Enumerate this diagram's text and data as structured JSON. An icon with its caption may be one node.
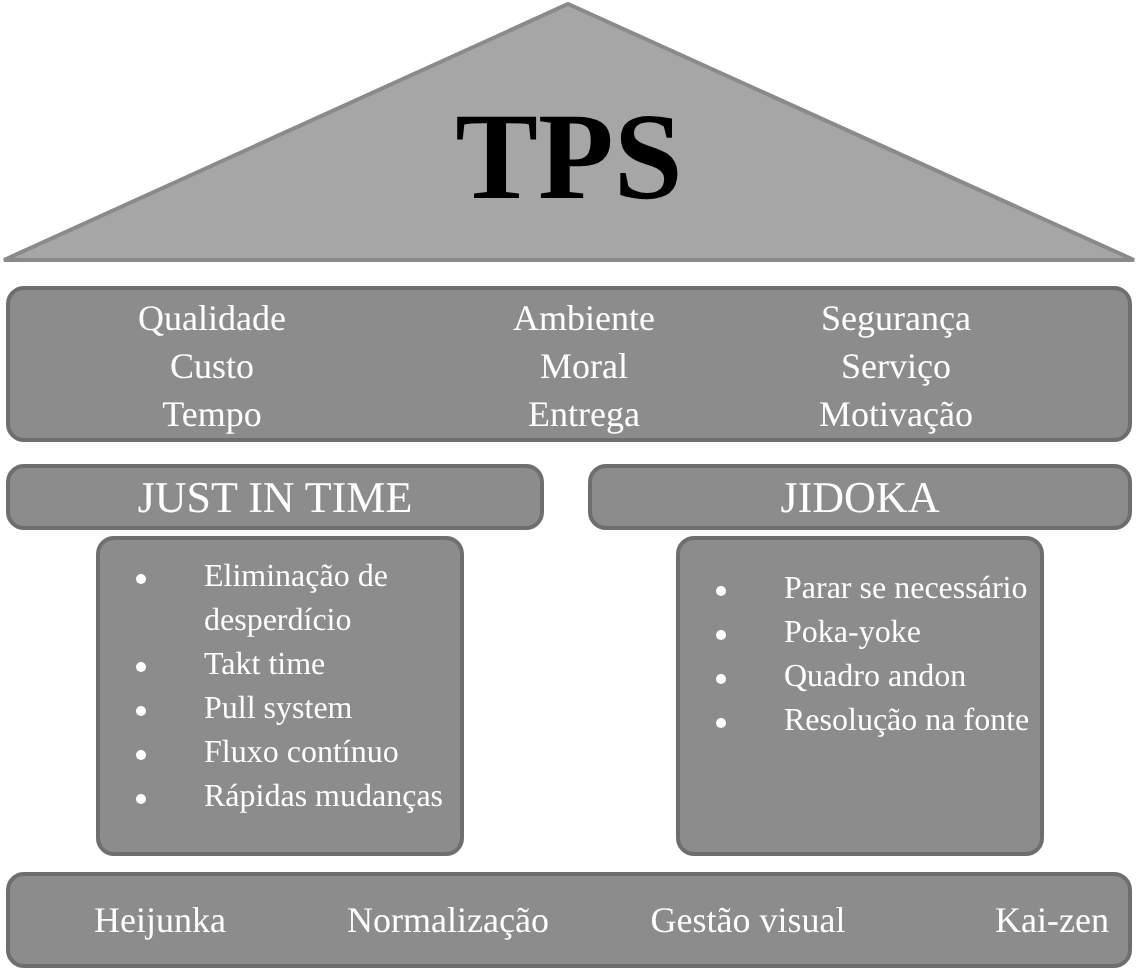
{
  "diagram": {
    "nodes": [
      {
        "text": [
          "TPS"
        ]
      },
      {
        "text": [
          "Qualidade",
          "Ambiente",
          "Segurança",
          "Custo",
          "Moral",
          "Serviço",
          "Tempo",
          "Entrega",
          "Motivação"
        ]
      },
      {
        "text": [
          "JUST IN TIME"
        ]
      },
      {
        "text": [
          "JIDOKA"
        ]
      },
      {
        "text": [
          "Eliminação de desperdício",
          "Takt time",
          "Pull system",
          "Fluxo contínuo",
          "Rápidas mudanças"
        ]
      },
      {
        "text": [
          "Parar se necessário",
          "Poka-yoke",
          "Quadro andon",
          "Resolução na fonte"
        ]
      },
      {
        "text": [
          "Heijunka",
          "Normalização",
          "Gestão visual",
          "Kai-zen"
        ]
      }
    ]
  }
}
